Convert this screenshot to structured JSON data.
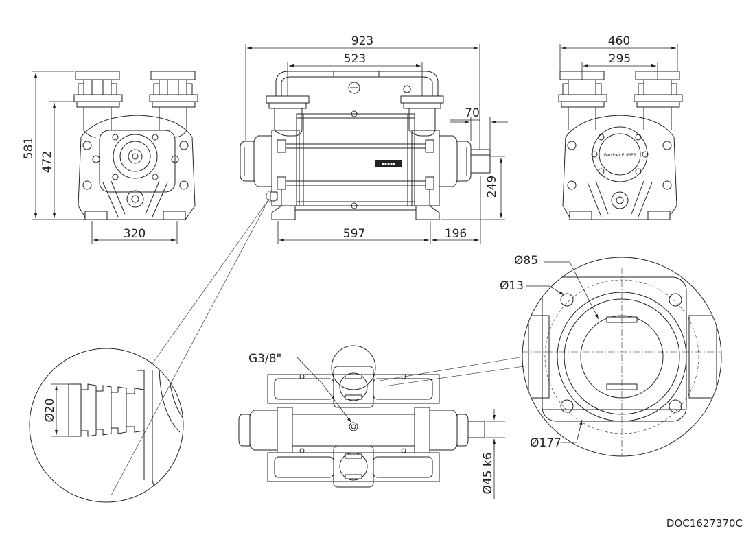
{
  "drawing": {
    "doc_number": "DOC1627370C",
    "front_view": {
      "height_total": "581",
      "height_flange": "472",
      "width_feet": "320"
    },
    "side_view": {
      "overall_length": "923",
      "flange_distance": "523",
      "shaft_length": "70",
      "foot_length": "597",
      "shaft_overhang": "196",
      "shaft_height": "249"
    },
    "rear_view": {
      "overall_width": "460",
      "flange_spacing": "295"
    },
    "flange_detail": {
      "bore": "Ø85",
      "bolt_hole": "Ø13",
      "outer": "Ø177"
    },
    "top_view": {
      "port_thread": "G3/8\"",
      "shaft_dia": "Ø45 k6"
    },
    "hose_detail": {
      "hose_dia": "Ø20"
    },
    "nameplate": "Gardner PUMPS"
  }
}
